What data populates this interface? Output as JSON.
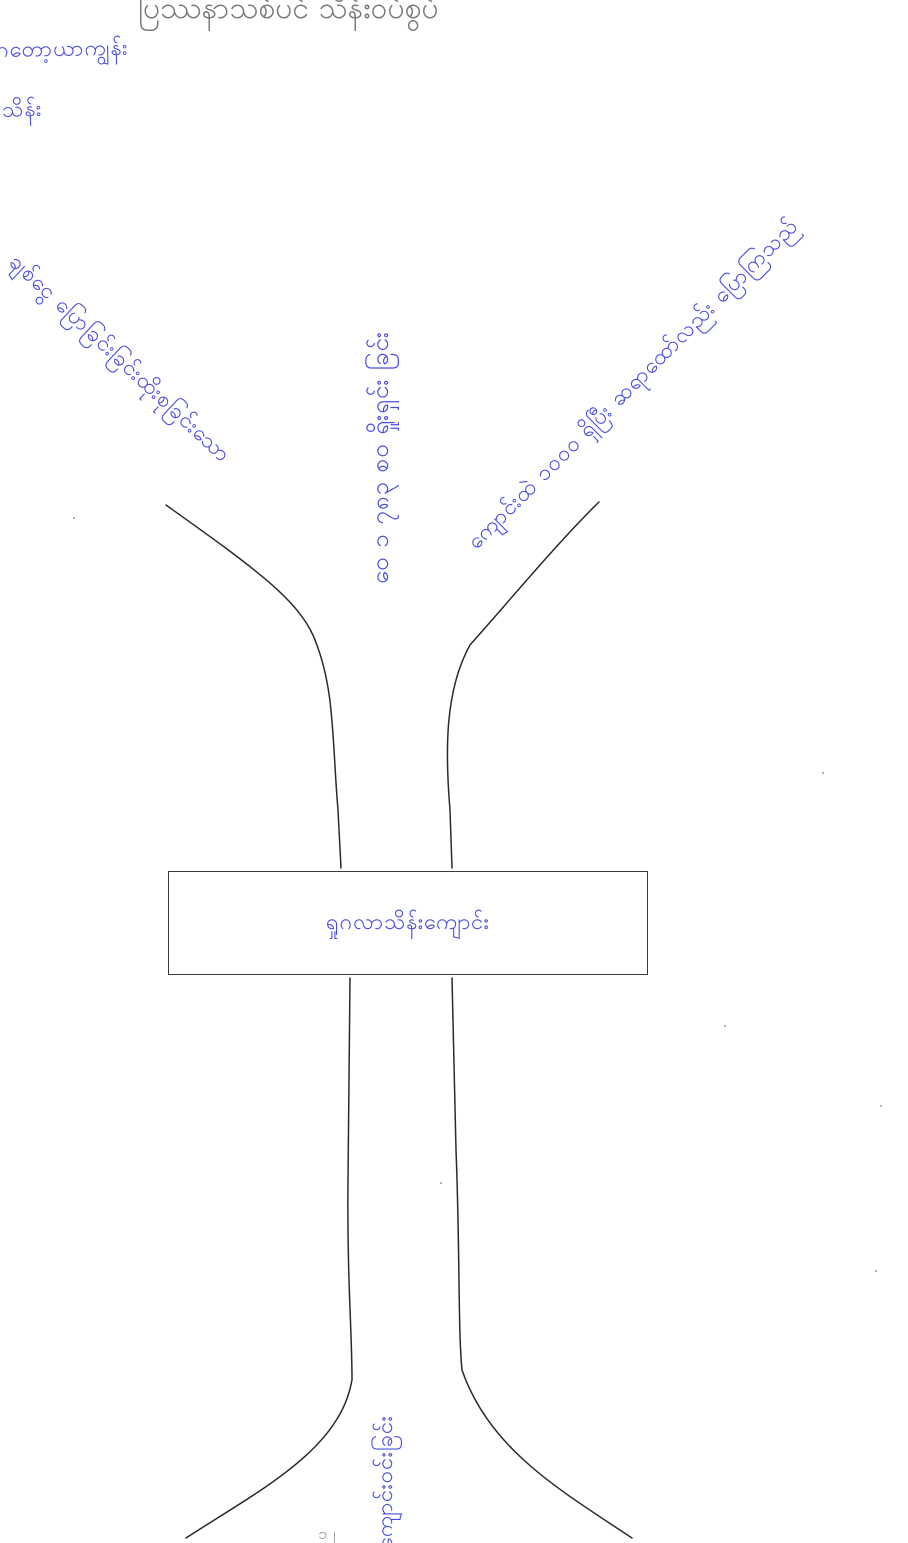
{
  "title": "ပြဿနာသစ်ပင် သိန်းဝပ်စွပ်",
  "center_label": "ရှုဂလာသိန်းကျောင်း",
  "branches": {
    "corner_line1": "ဂတော့ယာကျွန်း",
    "corner_line2": "သိန်း",
    "left": "ချစ်ငွေ ပြောခြင်းခြင်းထိုးစုခြင်းသော",
    "middle": "ဝေ ၁ ၇၈၃ စ၀ ရှိုးရှင်း ခြင်း",
    "right": "ကျောင်းထဲ ၁၀၀၀ ရှိပြီး ဆရာထော်လည်း ပြောကြသည်"
  },
  "roots": {
    "root1": "ကျောင်းဝင်းခြင်း"
  },
  "page_number": "၁၂"
}
